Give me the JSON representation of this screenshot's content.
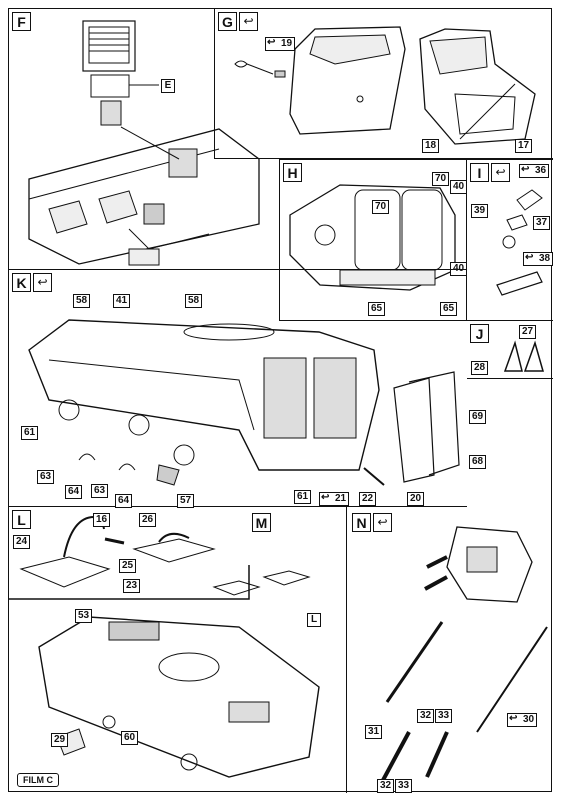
{
  "sections": {
    "F": {
      "letter": "F",
      "callouts": {
        "E": "E"
      }
    },
    "G": {
      "letter": "G",
      "callouts": {
        "c19": "19",
        "c17": "17",
        "c18": "18"
      }
    },
    "H": {
      "letter": "H",
      "callouts": {
        "c70a": "70",
        "c70b": "70",
        "c40a": "40",
        "c40b": "40",
        "c65a": "65",
        "c65b": "65"
      }
    },
    "I": {
      "letter": "I",
      "callouts": {
        "c36": "36",
        "c39": "39",
        "c37": "37",
        "c38": "38"
      }
    },
    "J": {
      "letter": "J",
      "callouts": {
        "c27": "27",
        "c28": "28"
      }
    },
    "K": {
      "letter": "K",
      "callouts": {
        "c58a": "58",
        "c41": "41",
        "c58b": "58",
        "c69": "69",
        "c68": "68",
        "c61a": "61",
        "c61b": "61",
        "c63a": "63",
        "c64a": "64",
        "c63b": "63",
        "c64b": "64",
        "c57": "57",
        "c21": "21",
        "c22": "22",
        "c20": "20"
      }
    },
    "L": {
      "letter": "L",
      "callouts": {
        "c16": "16",
        "c26": "26",
        "c24": "24",
        "c25": "25",
        "c23": "23"
      }
    },
    "M": {
      "letter": "M",
      "callouts": {
        "L": "L",
        "c53": "53",
        "c60": "60",
        "c29": "29"
      }
    },
    "N": {
      "letter": "N",
      "callouts": {
        "c32a": "32",
        "c33a": "33",
        "c30": "30",
        "c31": "31",
        "c32b": "32",
        "c33b": "33"
      }
    }
  },
  "film_label": "FILM C",
  "icons": {
    "flip": "flip-arrow-icon"
  }
}
